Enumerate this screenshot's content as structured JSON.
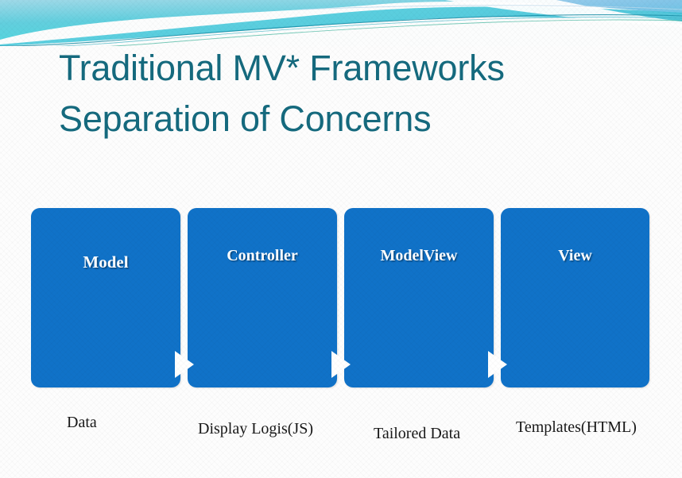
{
  "slide": {
    "title_lines": [
      "Traditional MV* Frameworks",
      "Separation of Concerns"
    ],
    "title_color": "#156A7E",
    "background_color": "#FDFDFD"
  },
  "theme": {
    "name": "flow-header-swoosh",
    "band_colors": {
      "cyan_light": "#7FE0E6",
      "cyan_mid": "#4FC6DE",
      "blue_tint": "#8FC9E8",
      "teal_line": "#1C8FA8",
      "green_line": "#1FA88C",
      "white": "#FFFFFF"
    }
  },
  "process": {
    "box_color": "#1072C8",
    "box_label_color": "#FFFFFF",
    "arrow_color": "#FFFFFF",
    "steps": [
      {
        "label": "Model",
        "caption": "Data"
      },
      {
        "label": "Controller",
        "caption": "Display Logis(JS)"
      },
      {
        "label": "ModelView",
        "caption": "Tailored Data"
      },
      {
        "label": "View",
        "caption": "Templates(HTML)"
      }
    ],
    "arrows": [
      "arrow-right-1",
      "arrow-right-2",
      "arrow-right-3"
    ]
  }
}
